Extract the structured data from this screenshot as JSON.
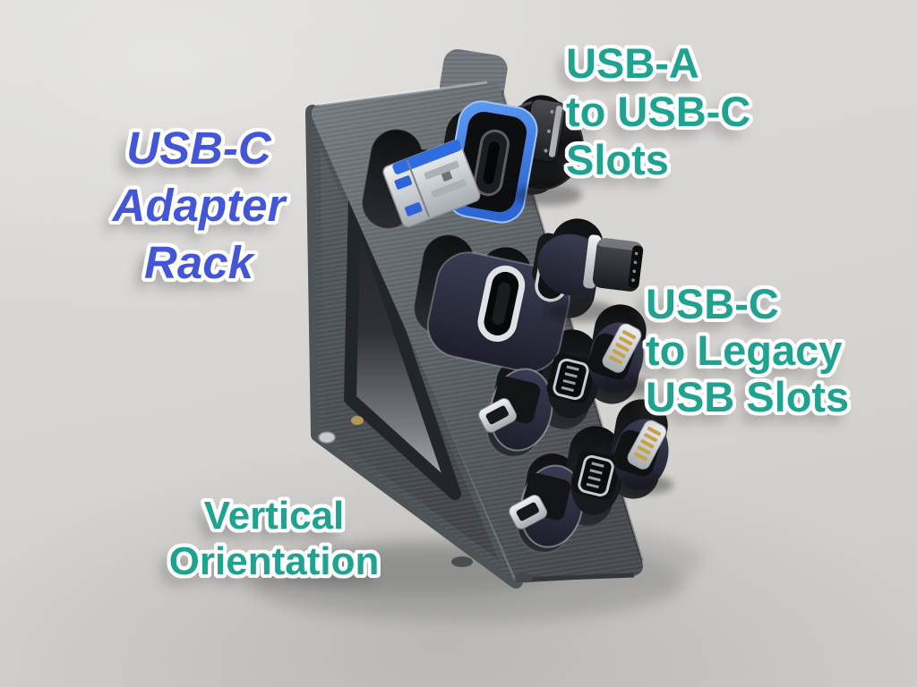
{
  "photo": {
    "type": "product-photo",
    "subject": "Dark gray 3D-printed USB-C adapter rack standing vertically, loaded with USB adapters",
    "background_color": "#d8d6d3"
  },
  "annotations": {
    "title": {
      "line1": "USB-C",
      "line2": "Adapter",
      "line3": "Rack",
      "color": "#4356d6"
    },
    "usb_a_slots": {
      "line1": "USB-A",
      "line2": "to USB-C",
      "line3": "Slots",
      "color": "#1fa390"
    },
    "legacy_slots": {
      "line1": "USB-C",
      "line2": "to Legacy",
      "line3": "USB Slots",
      "color": "#1fa390"
    },
    "orientation": {
      "line1": "Vertical",
      "line2": "Orientation",
      "color": "#1fa390"
    }
  },
  "rack": {
    "body_color": "#5b6166",
    "rows": [
      {
        "name": "row-1",
        "adapters": [
          "USB-A plug adapter",
          "blue USB-A to USB-C adapter",
          "round USB-C adapter"
        ]
      },
      {
        "name": "row-2",
        "adapters": [
          "USB-C port adapter",
          "USB-C plug adapter",
          "USB-C plug adapter"
        ]
      },
      {
        "name": "row-3",
        "adapters": [
          "micro-USB adapter",
          "mini-USB adapter",
          "Lightning adapter"
        ]
      },
      {
        "name": "row-4",
        "adapters": [
          "micro-USB adapter",
          "mini-USB adapter",
          "Lightning adapter"
        ]
      }
    ]
  },
  "palette": {
    "background": "#d8d6d3",
    "rack_gray": "#5b6166",
    "rack_dark": "#3c4044",
    "slot_dark": "#17191c",
    "adapter_navy": "#292b3c",
    "adapter_blue": "#3f87e8",
    "usb3_blue": "#2e6be0",
    "metal_silver": "#c8ccd0",
    "lightning_gold": "#c7a145",
    "text_blue": "#4356d6",
    "text_teal": "#1fa390",
    "outline_white": "#ffffff"
  }
}
